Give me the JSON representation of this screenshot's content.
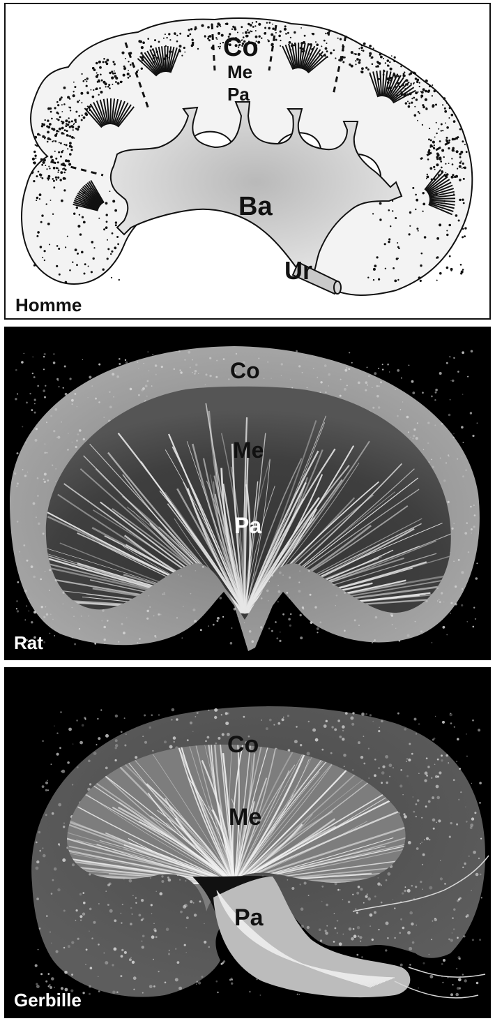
{
  "panels": [
    {
      "species": "Homme",
      "labels": {
        "cortex": "Co",
        "medulla": "Me",
        "papilla": "Pa",
        "basin": "Ba",
        "ureter": "Ur"
      }
    },
    {
      "species": "Rat",
      "labels": {
        "cortex": "Co",
        "medulla": "Me",
        "papilla": "Pa"
      }
    },
    {
      "species": "Gerbille",
      "labels": {
        "cortex": "Co",
        "medulla": "Me",
        "papilla": "Pa"
      }
    }
  ]
}
